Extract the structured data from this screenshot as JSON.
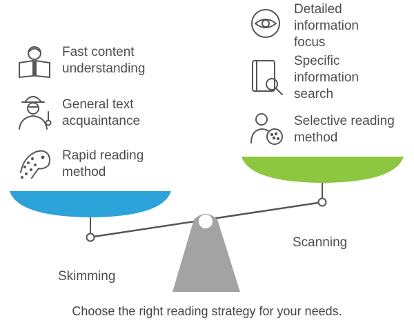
{
  "diagram": {
    "left_side": {
      "name": "Skimming",
      "pan_color": "#2ba3d9",
      "items": [
        {
          "icon": "reading-person-icon",
          "label": "Fast content\nunderstanding"
        },
        {
          "icon": "explorer-person-icon",
          "label": "General text\nacquaintance"
        },
        {
          "icon": "cheetah-icon",
          "label": "Rapid reading\nmethod"
        }
      ]
    },
    "right_side": {
      "name": "Scanning",
      "pan_color": "#8dc63f",
      "items": [
        {
          "icon": "eye-focus-icon",
          "label": "Detailed\ninformation\nfocus"
        },
        {
          "icon": "book-magnifier-icon",
          "label": "Specific\ninformation\nsearch"
        },
        {
          "icon": "person-search-icon",
          "label": "Selective reading\nmethod"
        }
      ]
    },
    "fulcrum_color": "#a3a3a3",
    "caption": "Choose the right reading strategy for your needs."
  }
}
